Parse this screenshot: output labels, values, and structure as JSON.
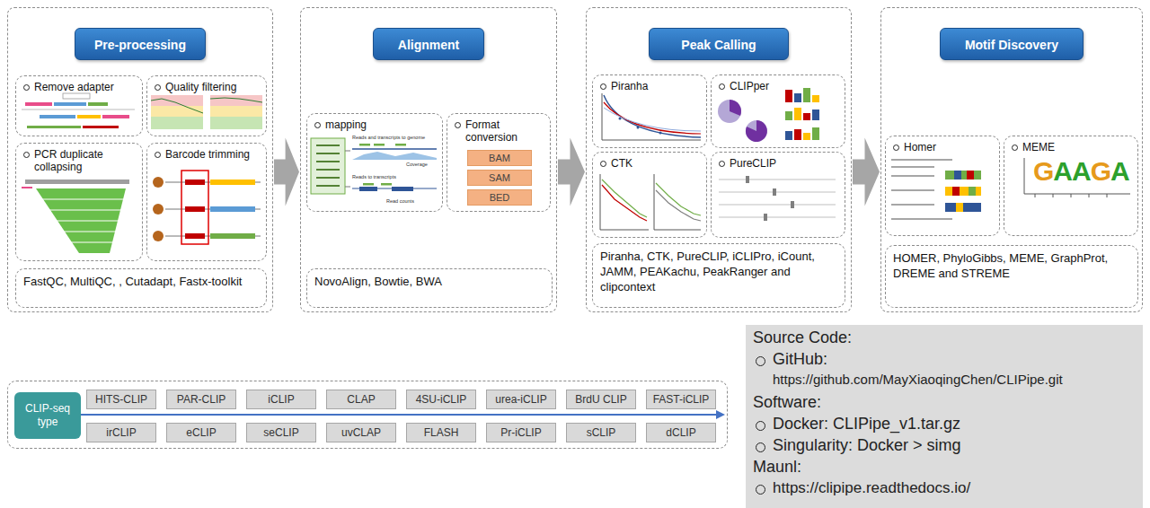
{
  "diagram": {
    "nodes": [
      {
        "text": [
          "Pre-processing"
        ]
      },
      {
        "text": [
          "Remove adapter"
        ],
        "in": 0
      },
      {
        "text": [
          "Quality filtering"
        ],
        "in": 0
      },
      {
        "text": [
          "PCR duplicate collapsing"
        ],
        "in": 0
      },
      {
        "text": [
          "Barcode trimming"
        ],
        "in": 0
      },
      {
        "text": [
          "FastQC, MultiQC, , Cutadapt, Fastx-toolkit"
        ],
        "in": 0
      },
      {
        "text": [
          "Alignment"
        ]
      },
      {
        "text": [
          "mapping"
        ],
        "in": 6
      },
      {
        "text": [
          "Format conversion"
        ],
        "in": 6
      },
      {
        "text": [
          "BAM"
        ],
        "in": 8
      },
      {
        "text": [
          "SAM"
        ],
        "in": 8
      },
      {
        "text": [
          "BED"
        ],
        "in": 8
      },
      {
        "text": [
          "NovoAlign, Bowtie, BWA"
        ],
        "in": 6
      },
      {
        "text": [
          "Peak Calling"
        ]
      },
      {
        "text": [
          "Piranha"
        ],
        "in": 13
      },
      {
        "text": [
          "CLIPper"
        ],
        "in": 13
      },
      {
        "text": [
          "CTK"
        ],
        "in": 13
      },
      {
        "text": [
          "PureCLIP"
        ],
        "in": 13
      },
      {
        "text": [
          "Piranha, CTK, PureCLIP, iCLIPro, iCount, JAMM, PEAKachu, PeakRanger and clipcontext"
        ],
        "in": 13
      },
      {
        "text": [
          "Motif Discovery"
        ]
      },
      {
        "text": [
          "Homer"
        ],
        "in": 19
      },
      {
        "text": [
          "MEME"
        ],
        "in": 19
      },
      {
        "text": [
          "HOMER, PhyloGibbs, MEME, GraphProt, DREME and STREME"
        ],
        "in": 19
      },
      {
        "text": [
          "CLIP-seq type"
        ]
      },
      {
        "text": [
          "HITS-CLIP"
        ],
        "in": 23
      },
      {
        "text": [
          "PAR-CLIP"
        ],
        "in": 23
      },
      {
        "text": [
          "iCLIP"
        ],
        "in": 23
      },
      {
        "text": [
          "CLAP"
        ],
        "in": 23
      },
      {
        "text": [
          "4SU-iCLIP"
        ],
        "in": 23
      },
      {
        "text": [
          "urea-iCLIP"
        ],
        "in": 23
      },
      {
        "text": [
          "BrdU CLIP"
        ],
        "in": 23
      },
      {
        "text": [
          "FAST-iCLIP"
        ],
        "in": 23
      },
      {
        "text": [
          "irCLIP"
        ],
        "in": 23
      },
      {
        "text": [
          "eCLIP"
        ],
        "in": 23
      },
      {
        "text": [
          "seCLIP"
        ],
        "in": 23
      },
      {
        "text": [
          "uvCLAP"
        ],
        "in": 23
      },
      {
        "text": [
          "FLASH"
        ],
        "in": 23
      },
      {
        "text": [
          "Pr-iCLIP"
        ],
        "in": 23
      },
      {
        "text": [
          "sCLIP"
        ],
        "in": 23
      },
      {
        "text": [
          "dCLIP"
        ],
        "in": 23
      },
      {
        "text": [
          "Source Code:",
          "GitHub:",
          "https://github.com/MayXiaoqingChen/CLIPipe.git",
          "Software:",
          "Docker: CLIPipe_v1.tar.gz",
          "Singularity: Docker > simg",
          "Maunl:",
          "https://clipipe.readthedocs.io/"
        ]
      }
    ],
    "edges": [
      {
        "from": 0,
        "to": 6,
        "arrow": "to"
      },
      {
        "from": 6,
        "to": 13,
        "arrow": "to"
      },
      {
        "from": 13,
        "to": 19,
        "arrow": "to"
      }
    ],
    "labels": [
      "Reads and transcripts to genome",
      "Coverage",
      "Reads to transcripts",
      "Read counts",
      "GAAGA"
    ]
  }
}
